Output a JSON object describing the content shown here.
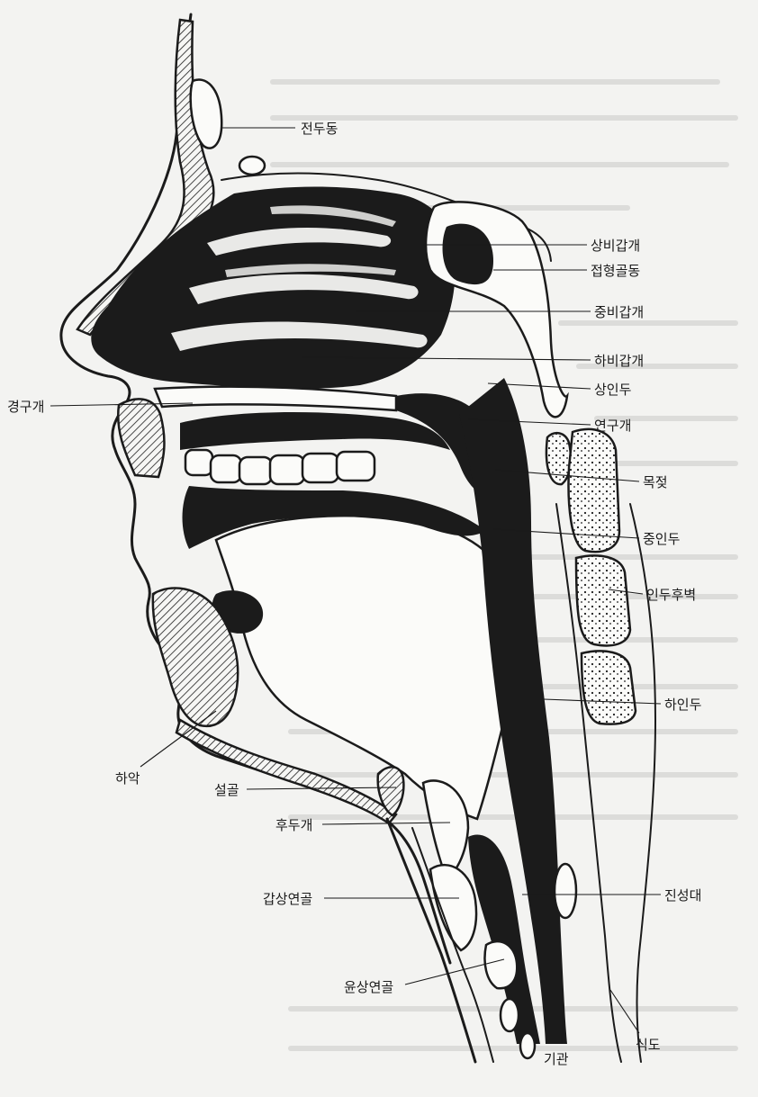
{
  "labels": {
    "frontal_sinus": "전두동",
    "superior_turbinate": "상비갑개",
    "sphenoid_sinus": "접형골동",
    "middle_turbinate": "중비갑개",
    "inferior_turbinate": "하비갑개",
    "nasopharynx": "상인두",
    "hard_palate": "경구개",
    "soft_palate": "연구개",
    "uvula": "목젖",
    "oropharynx": "중인두",
    "pharyngeal_wall": "인두후벽",
    "hypopharynx": "하인두",
    "mandible": "하악",
    "hyoid": "설골",
    "epiglottis": "후두개",
    "thyroid_cartilage": "갑상연골",
    "vocal_cords": "진성대",
    "cricoid_cartilage": "윤상연골",
    "trachea": "기관",
    "esophagus": "식도"
  },
  "colors": {
    "ink": "#1b1b1b",
    "paper": "#f3f3f1"
  }
}
